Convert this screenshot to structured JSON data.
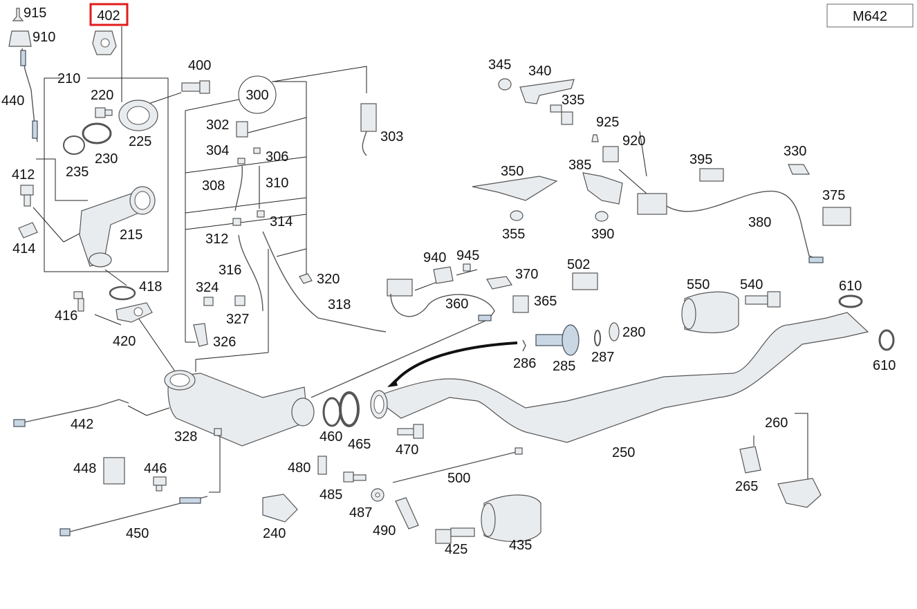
{
  "engine_badge": "M642",
  "highlighted_part": "402",
  "callouts": {
    "c915": "915",
    "c910": "910",
    "c402": "402",
    "c440": "440",
    "c210": "210",
    "c220": "220",
    "c400": "400",
    "c300": "300",
    "c302": "302",
    "c303": "303",
    "c225": "225",
    "c235": "235",
    "c230": "230",
    "c304": "304",
    "c306": "306",
    "c412": "412",
    "c308": "308",
    "c310": "310",
    "c314": "314",
    "c312": "312",
    "c414": "414",
    "c215": "215",
    "c316": "316",
    "c320": "320",
    "c418": "418",
    "c324": "324",
    "c318": "318",
    "c416": "416",
    "c327": "327",
    "c420": "420",
    "c326": "326",
    "c442": "442",
    "c328": "328",
    "c460": "460",
    "c465": "465",
    "c470": "470",
    "c448": "448",
    "c446": "446",
    "c480": "480",
    "c450": "450",
    "c485": "485",
    "c240": "240",
    "c487": "487",
    "c490": "490",
    "c425": "425",
    "c435": "435",
    "c500": "500",
    "c345": "345",
    "c340": "340",
    "c335": "335",
    "c925": "925",
    "c920": "920",
    "c350": "350",
    "c385": "385",
    "c395": "395",
    "c330": "330",
    "c375": "375",
    "c355": "355",
    "c390": "390",
    "c380": "380",
    "c940": "940",
    "c945": "945",
    "c370": "370",
    "c502": "502",
    "c360": "360",
    "c365": "365",
    "c550": "550",
    "c540": "540",
    "c610a": "610",
    "c280": "280",
    "c286": "286",
    "c285": "285",
    "c287": "287",
    "c610b": "610",
    "c250": "250",
    "c260": "260",
    "c265": "265"
  },
  "colors": {
    "highlight": "#e21b1b",
    "part_fill": "#e9ecef",
    "part_blue": "#c9d6e3",
    "line": "#222222"
  }
}
